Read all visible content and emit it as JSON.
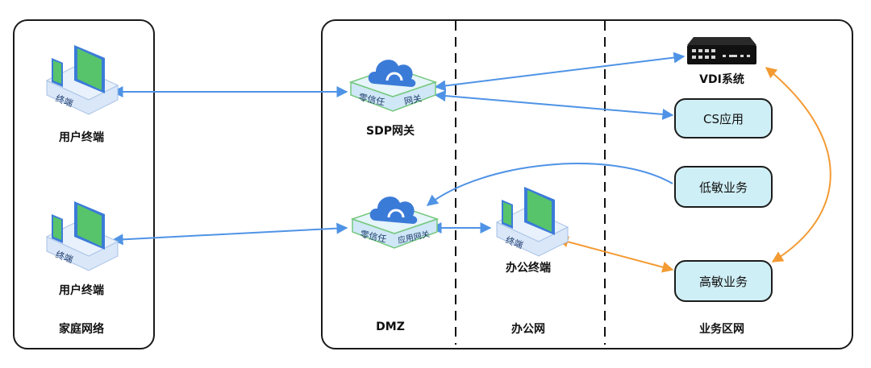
{
  "left_zone": {
    "top_terminal": {
      "icon_text": "终端",
      "label": "用户终端"
    },
    "bottom_terminal": {
      "icon_text": "终端",
      "label": "用户终端"
    },
    "zone_label": "家庭网络"
  },
  "dmz": {
    "sdp_gateway": {
      "icon_text_left": "零信任",
      "icon_text_right": "网关",
      "label": "SDP网关"
    },
    "app_gateway": {
      "icon_text_left": "零信任",
      "icon_text_right": "应用网关"
    },
    "zone_label": "DMZ"
  },
  "office": {
    "terminal": {
      "icon_text": "终端",
      "label": "办公终端"
    },
    "zone_label": "办公网"
  },
  "business": {
    "vdi": {
      "label": "VDI系统"
    },
    "cs_app": {
      "label": "CS应用"
    },
    "low_sensitive": {
      "label": "低敏业务"
    },
    "high_sensitive": {
      "label": "高敏业务"
    },
    "zone_label": "业务区网"
  },
  "colors": {
    "blue_link": "#4f93e6",
    "orange_link": "#f39a33",
    "pill_fill": "#cfeff6"
  }
}
